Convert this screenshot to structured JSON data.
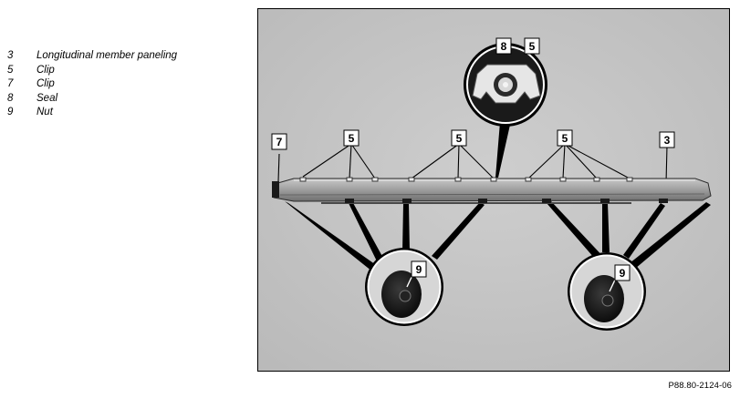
{
  "legend": [
    {
      "number": "3",
      "text": "Longitudinal member paneling"
    },
    {
      "number": "5",
      "text": "Clip"
    },
    {
      "number": "7",
      "text": "Clip"
    },
    {
      "number": "8",
      "text": "Seal"
    },
    {
      "number": "9",
      "text": "Nut"
    }
  ],
  "callouts": {
    "c8": "8",
    "c5_detail": "5",
    "c7": "7",
    "c5_a": "5",
    "c5_b": "5",
    "c5_c": "5",
    "c3": "3",
    "c9_left": "9",
    "c9_right": "9"
  },
  "figure_code": "P88.80-2124-06",
  "colors": {
    "photo_background": "#c4c4c4",
    "panel_body": "#9c9c9c",
    "outline": "#000000"
  }
}
